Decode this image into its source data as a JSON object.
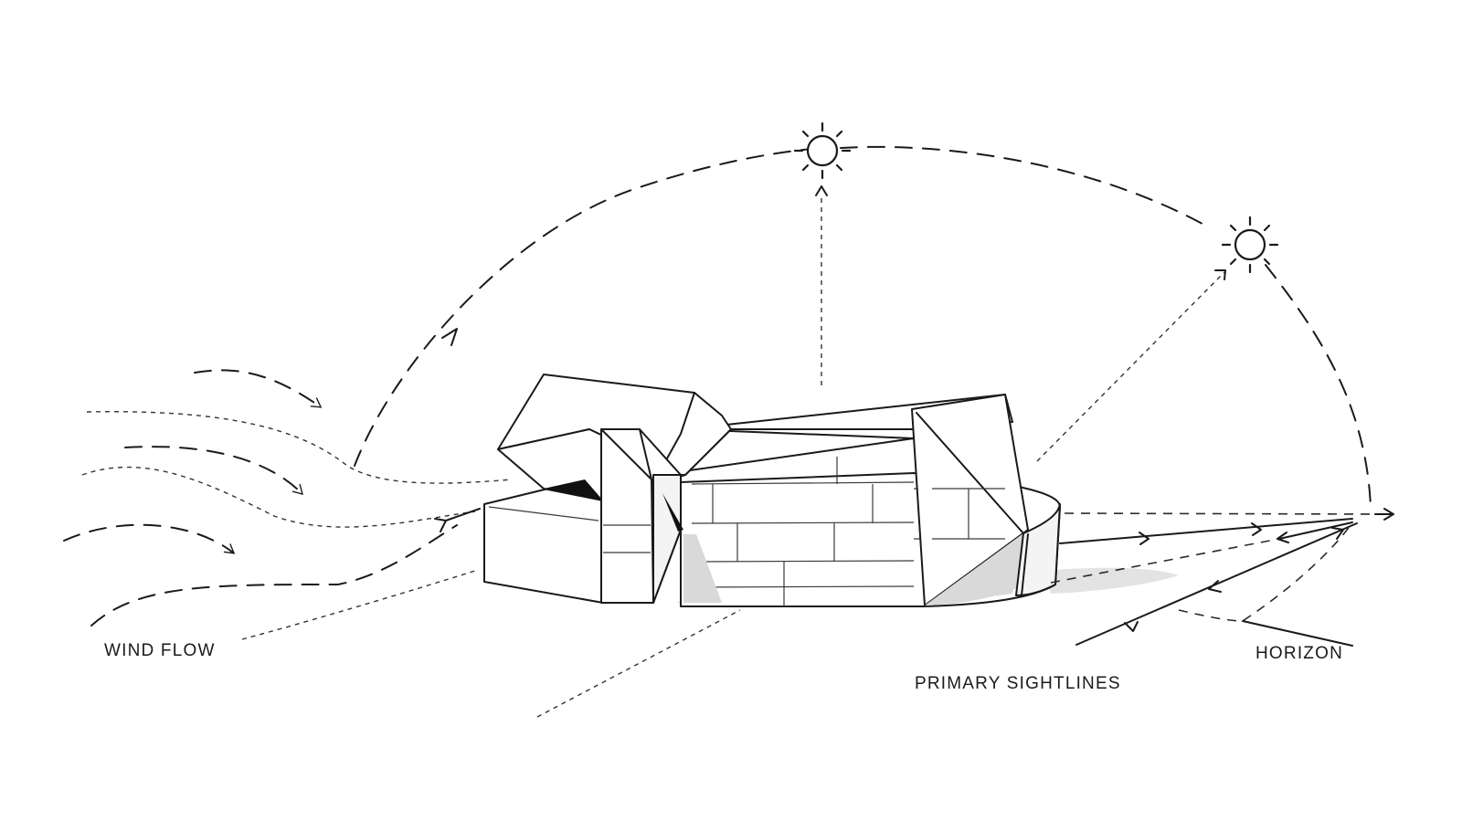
{
  "diagram": {
    "title": "Architectural site analysis diagram",
    "labels": {
      "wind_flow": "WIND FLOW",
      "primary_sightlines": "PRIMARY SIGHTLINES",
      "horizon": "HORIZON"
    },
    "elements": {
      "sun_positions": [
        "sun-zenith",
        "sun-afternoon"
      ],
      "sun_path": "dashed arc from left of building over zenith sun to horizon point",
      "wind_lines": 6,
      "sightlines": 3,
      "building": "faceted multi-volume building with masonry-coursed curved wall"
    },
    "colors": {
      "line": "#1a1a1a",
      "background": "#ffffff",
      "shade": "#d9d9d9",
      "shadow": "#e3e3e3"
    }
  }
}
